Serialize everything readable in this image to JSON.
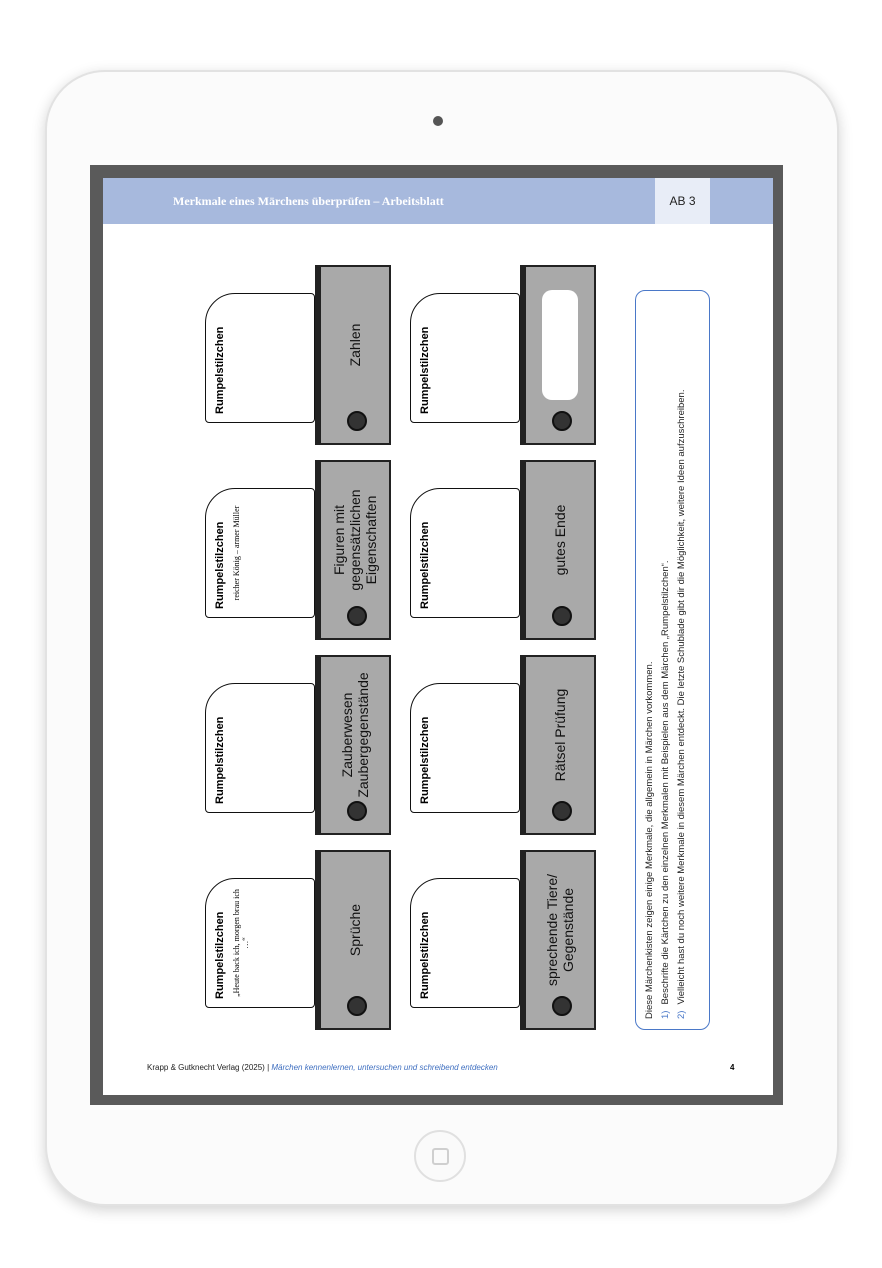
{
  "header": {
    "title": "Merkmale eines Märchens überprüfen – Arbeitsblatt",
    "badge": "AB 3"
  },
  "instructions": {
    "intro": "Diese Märchenkisten zeigen einige Merkmale, die allgemein in Märchen vorkommen.",
    "steps": [
      {
        "num": "1)",
        "text": "Beschrifte die Kärtchen zu den einzelnen Merkmalen mit Beispielen aus dem Märchen „Rumpelstilzchen“."
      },
      {
        "num": "2)",
        "text": "Vielleicht hast du noch weitere Merkmale in diesem Märchen entdeckt. Die letzte Schublade gibt dir die Möglichkeit, weitere Ideen aufzuschreiben."
      }
    ]
  },
  "drawers": [
    {
      "card": "Rumpelstilzchen",
      "example": "„Heute back ich, morgen brau ich …“",
      "label": "Sprüche"
    },
    {
      "card": "Rumpelstilzchen",
      "example": "",
      "label": "Zauberwesen Zaubergegenstände"
    },
    {
      "card": "Rumpelstilzchen",
      "example": "reicher König – armer Müller",
      "label": "Figuren mit gegensätzlichen Eigenschaften"
    },
    {
      "card": "Rumpelstilzchen",
      "example": "",
      "label": "Zahlen"
    },
    {
      "card": "Rumpelstilzchen",
      "example": "",
      "label": "sprechende Tiere/ Gegenstände"
    },
    {
      "card": "Rumpelstilzchen",
      "example": "",
      "label": "Rätsel Prüfung"
    },
    {
      "card": "Rumpelstilzchen",
      "example": "",
      "label": "gutes Ende"
    },
    {
      "card": "Rumpelstilzchen",
      "example": "",
      "label": ""
    }
  ],
  "footer": {
    "publisher": "Krapp & Gutknecht Verlag (2025) | ",
    "book": "Märchen kennenlernen, untersuchen und schreibend entdecken",
    "page": "4"
  }
}
